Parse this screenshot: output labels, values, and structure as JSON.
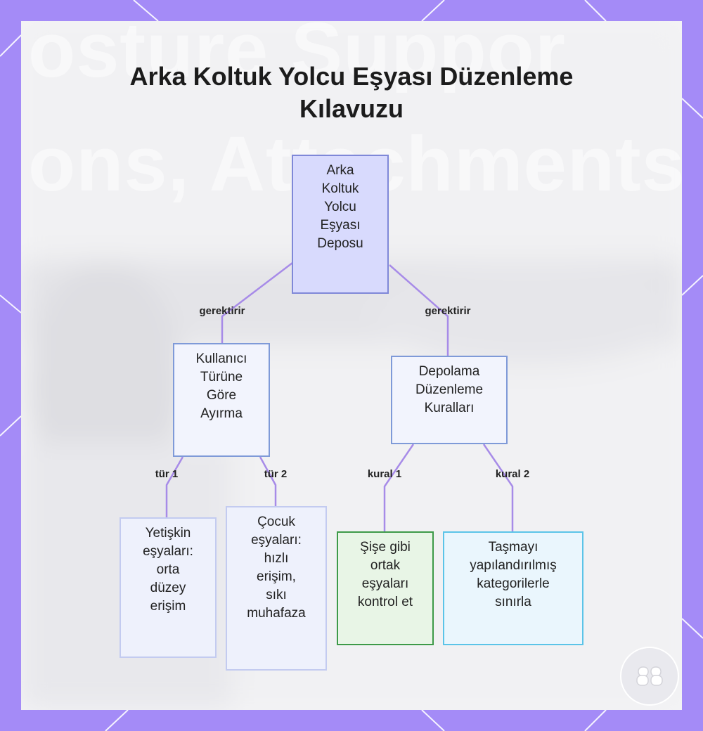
{
  "title_lines": [
    "Arka Koltuk Yolcu Eşyası Düzenleme",
    "Kılavuzu"
  ],
  "background_text": [
    "osture Suppor",
    "ons, Attachments"
  ],
  "colors": {
    "frame": "#a48bf7",
    "card": "#f4f4f6",
    "edge": "#a78be8",
    "root_fill": "#d8dafd",
    "leaf_green_border": "#3d9a48",
    "leaf_blue_border": "#5bc4e8"
  },
  "nodes": {
    "root": [
      "Arka",
      "Koltuk",
      "Yolcu",
      "Eşyası",
      "Deposu"
    ],
    "user_type": [
      "Kullanıcı",
      "Türüne",
      "Göre",
      "Ayırma"
    ],
    "storage_rules": [
      "Depolama",
      "Düzenleme",
      "Kuralları"
    ],
    "adult": [
      "Yetişkin",
      "eşyaları:",
      "orta",
      "düzey",
      "erişim"
    ],
    "child": [
      "Çocuk",
      "eşyaları:",
      "hızlı",
      "erişim,",
      "sıkı",
      "muhafaza"
    ],
    "bottle": [
      "Şişe gibi",
      "ortak",
      "eşyaları",
      "kontrol et"
    ],
    "overflow": [
      "Taşmayı",
      "yapılandırılmış",
      "kategorilerle",
      "sınırla"
    ]
  },
  "edge_labels": {
    "root_to_user": "gerektirir",
    "root_to_rules": "gerektirir",
    "user_to_adult": "tür 1",
    "user_to_child": "tür 2",
    "rules_to_bottle": "kural 1",
    "rules_to_overflow": "kural 2"
  },
  "logo_icon": "brain-logo-icon"
}
